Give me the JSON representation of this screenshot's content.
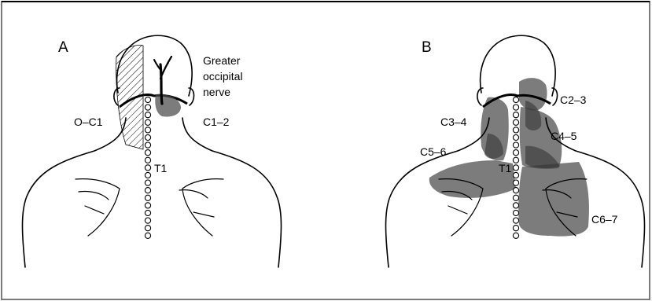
{
  "panel_a": {
    "letter": "A",
    "nerve_label_line1": "Greater",
    "nerve_label_line2": "occipital",
    "nerve_label_line3": "nerve",
    "left_level": "O–C1",
    "right_level": "C1–2",
    "spine_marker": "T1"
  },
  "panel_b": {
    "letter": "B",
    "labels": [
      "C2–3",
      "C3–4",
      "C4–5",
      "C5–6",
      "C6–7"
    ],
    "spine_marker": "T1"
  },
  "colors": {
    "line": "#000000",
    "zone": "#4a4a4a",
    "frame": "#7a7a7a"
  }
}
